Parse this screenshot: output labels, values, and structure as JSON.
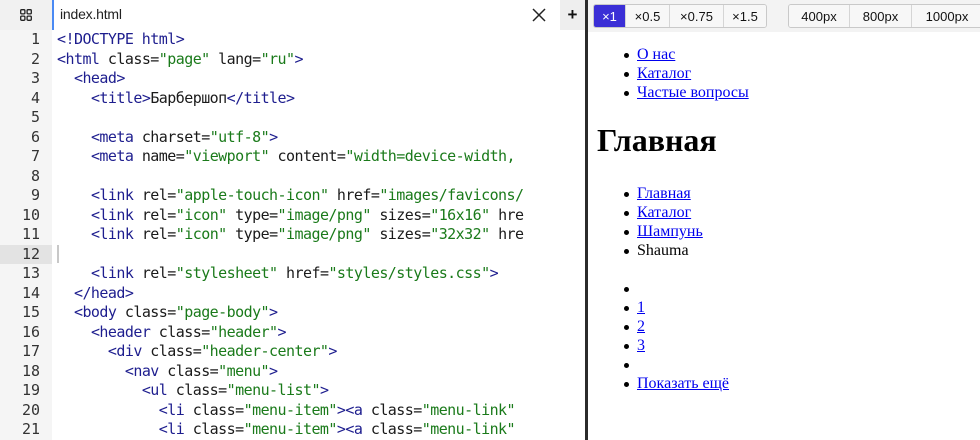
{
  "editor": {
    "tab": {
      "filename": "index.html",
      "close_icon": "close-icon",
      "add_label": "+"
    },
    "grid_icon": "grid-icon",
    "active_line": 12,
    "lines": [
      {
        "n": "1",
        "indent": "",
        "parts": [
          [
            "tg",
            "<!DOCTYPE html>"
          ]
        ]
      },
      {
        "n": "2",
        "indent": "",
        "parts": [
          [
            "tg",
            "<html "
          ],
          [
            "tx",
            "class"
          ],
          [
            "tx",
            "="
          ],
          [
            "av",
            "\"page\""
          ],
          [
            "tx",
            " lang"
          ],
          [
            "tx",
            "="
          ],
          [
            "av",
            "\"ru\""
          ],
          [
            "tg",
            ">"
          ]
        ]
      },
      {
        "n": "3",
        "indent": "  ",
        "parts": [
          [
            "tg",
            "<head>"
          ]
        ]
      },
      {
        "n": "4",
        "indent": "    ",
        "parts": [
          [
            "tg",
            "<title>"
          ],
          [
            "tx",
            "Барбершоп"
          ],
          [
            "tg",
            "</title>"
          ]
        ]
      },
      {
        "n": "5",
        "indent": "",
        "parts": []
      },
      {
        "n": "6",
        "indent": "    ",
        "parts": [
          [
            "tg",
            "<meta "
          ],
          [
            "tx",
            "charset"
          ],
          [
            "tx",
            "="
          ],
          [
            "av",
            "\"utf-8\""
          ],
          [
            "tg",
            ">"
          ]
        ]
      },
      {
        "n": "7",
        "indent": "    ",
        "parts": [
          [
            "tg",
            "<meta "
          ],
          [
            "tx",
            "name"
          ],
          [
            "tx",
            "="
          ],
          [
            "av",
            "\"viewport\""
          ],
          [
            "tx",
            " content"
          ],
          [
            "tx",
            "="
          ],
          [
            "av",
            "\"width=device-width,"
          ]
        ]
      },
      {
        "n": "8",
        "indent": "",
        "parts": []
      },
      {
        "n": "9",
        "indent": "    ",
        "parts": [
          [
            "tg",
            "<link "
          ],
          [
            "tx",
            "rel"
          ],
          [
            "tx",
            "="
          ],
          [
            "av",
            "\"apple-touch-icon\""
          ],
          [
            "tx",
            " href"
          ],
          [
            "tx",
            "="
          ],
          [
            "av",
            "\"images/favicons/"
          ]
        ]
      },
      {
        "n": "10",
        "indent": "    ",
        "parts": [
          [
            "tg",
            "<link "
          ],
          [
            "tx",
            "rel"
          ],
          [
            "tx",
            "="
          ],
          [
            "av",
            "\"icon\""
          ],
          [
            "tx",
            " type"
          ],
          [
            "tx",
            "="
          ],
          [
            "av",
            "\"image/png\""
          ],
          [
            "tx",
            " sizes"
          ],
          [
            "tx",
            "="
          ],
          [
            "av",
            "\"16x16\""
          ],
          [
            "tx",
            " hre"
          ]
        ]
      },
      {
        "n": "11",
        "indent": "    ",
        "parts": [
          [
            "tg",
            "<link "
          ],
          [
            "tx",
            "rel"
          ],
          [
            "tx",
            "="
          ],
          [
            "av",
            "\"icon\""
          ],
          [
            "tx",
            " type"
          ],
          [
            "tx",
            "="
          ],
          [
            "av",
            "\"image/png\""
          ],
          [
            "tx",
            " sizes"
          ],
          [
            "tx",
            "="
          ],
          [
            "av",
            "\"32x32\""
          ],
          [
            "tx",
            " hre"
          ]
        ]
      },
      {
        "n": "12",
        "indent": "",
        "parts": []
      },
      {
        "n": "13",
        "indent": "    ",
        "parts": [
          [
            "tg",
            "<link "
          ],
          [
            "tx",
            "rel"
          ],
          [
            "tx",
            "="
          ],
          [
            "av",
            "\"stylesheet\""
          ],
          [
            "tx",
            " href"
          ],
          [
            "tx",
            "="
          ],
          [
            "av",
            "\"styles/styles.css\""
          ],
          [
            "tg",
            ">"
          ]
        ]
      },
      {
        "n": "14",
        "indent": "  ",
        "parts": [
          [
            "tg",
            "</head>"
          ]
        ]
      },
      {
        "n": "15",
        "indent": "  ",
        "parts": [
          [
            "tg",
            "<body "
          ],
          [
            "tx",
            "class"
          ],
          [
            "tx",
            "="
          ],
          [
            "av",
            "\"page-body\""
          ],
          [
            "tg",
            ">"
          ]
        ]
      },
      {
        "n": "16",
        "indent": "    ",
        "parts": [
          [
            "tg",
            "<header "
          ],
          [
            "tx",
            "class"
          ],
          [
            "tx",
            "="
          ],
          [
            "av",
            "\"header\""
          ],
          [
            "tg",
            ">"
          ]
        ]
      },
      {
        "n": "17",
        "indent": "      ",
        "parts": [
          [
            "tg",
            "<div "
          ],
          [
            "tx",
            "class"
          ],
          [
            "tx",
            "="
          ],
          [
            "av",
            "\"header-center\""
          ],
          [
            "tg",
            ">"
          ]
        ]
      },
      {
        "n": "18",
        "indent": "        ",
        "parts": [
          [
            "tg",
            "<nav "
          ],
          [
            "tx",
            "class"
          ],
          [
            "tx",
            "="
          ],
          [
            "av",
            "\"menu\""
          ],
          [
            "tg",
            ">"
          ]
        ]
      },
      {
        "n": "19",
        "indent": "          ",
        "parts": [
          [
            "tg",
            "<ul "
          ],
          [
            "tx",
            "class"
          ],
          [
            "tx",
            "="
          ],
          [
            "av",
            "\"menu-list\""
          ],
          [
            "tg",
            ">"
          ]
        ]
      },
      {
        "n": "20",
        "indent": "            ",
        "parts": [
          [
            "tg",
            "<li "
          ],
          [
            "tx",
            "class"
          ],
          [
            "tx",
            "="
          ],
          [
            "av",
            "\"menu-item\""
          ],
          [
            "tg",
            "><a "
          ],
          [
            "tx",
            "class"
          ],
          [
            "tx",
            "="
          ],
          [
            "av",
            "\"menu-link\""
          ]
        ]
      },
      {
        "n": "21",
        "indent": "            ",
        "parts": [
          [
            "tg",
            "<li "
          ],
          [
            "tx",
            "class"
          ],
          [
            "tx",
            "="
          ],
          [
            "av",
            "\"menu-item\""
          ],
          [
            "tg",
            "><a "
          ],
          [
            "tx",
            "class"
          ],
          [
            "tx",
            "="
          ],
          [
            "av",
            "\"menu-link\""
          ]
        ]
      }
    ],
    "colors": {
      "tag": "#1d1d8e",
      "attr_value": "#1a7a1a",
      "text": "#1a1a1a",
      "gutter_bg": "#f5f5f5",
      "active_line_bg": "#e3e3e3",
      "tab_accent": "#4a8af4"
    }
  },
  "preview": {
    "toolbar": {
      "scale_buttons": [
        {
          "label": "×1",
          "active": true
        },
        {
          "label": "×0.5",
          "active": false
        },
        {
          "label": "×0.75",
          "active": false
        },
        {
          "label": "×1.5",
          "active": false
        }
      ],
      "width_buttons": [
        {
          "label": "400px"
        },
        {
          "label": "800px"
        },
        {
          "label": "1000px"
        }
      ],
      "active_color": "#3b2fd6"
    },
    "page": {
      "menu": [
        "О нас",
        "Каталог",
        "Частые вопросы"
      ],
      "heading": "Главная",
      "breadcrumbs": [
        {
          "label": "Главная",
          "link": true
        },
        {
          "label": "Каталог",
          "link": true
        },
        {
          "label": "Шампунь",
          "link": true
        },
        {
          "label": "Shauma",
          "link": false
        }
      ],
      "pagination": [
        {
          "label": "",
          "link": false
        },
        {
          "label": "1",
          "link": true
        },
        {
          "label": "2",
          "link": true
        },
        {
          "label": "3",
          "link": true
        },
        {
          "label": "",
          "link": false
        },
        {
          "label": "Показать ещё",
          "link": true
        }
      ],
      "link_color": "#0000ee"
    }
  }
}
